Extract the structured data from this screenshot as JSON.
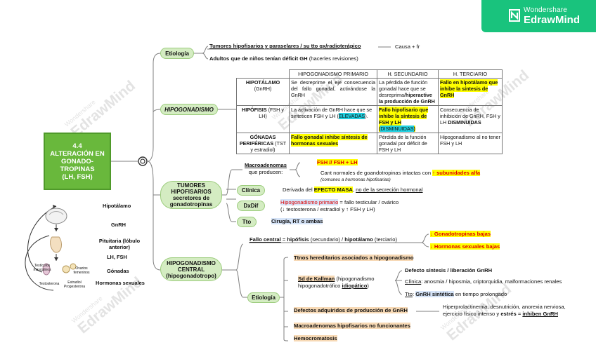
{
  "brand": {
    "line1": "Wondershare",
    "line2": "EdrawMind",
    "watermark": "EdrawMind",
    "watermark_small": "Wondershare",
    "color": "#19c37d"
  },
  "root": {
    "text": "4.4\nALTERACIÓN EN GONADO-TROPINAS\n(LH, FSH)"
  },
  "etiologia": {
    "label": "Etiología",
    "line1": "Tumores hipofisarios y paraselares / su tto qx/radioterápico",
    "line1_right": "Causa + fr",
    "line2_b": "Adultos que de niños tenían déficit GH",
    "line2_rest": " (hacerles revisiones)"
  },
  "hipogonadismo": {
    "label": "HIPOGONADISMO",
    "headers": [
      "HIPOGONADISMO PRIMARIO",
      "H. SECUNDARIO",
      "H. TERCIARIO"
    ],
    "rows": [
      {
        "h1": "HIPOTÁLAMO",
        "h2": "(GnRH)",
        "c1": "Se desreprime el eje consecuencia del fallo gonadal, activándose la GnRH",
        "c2a": "La pérdida de función gonadal hace que se desreprima/",
        "c2b": "hiperactive la producción de GnRH",
        "c3": "Fallo en hipotálamo que inhibe la síntesis de GnRH"
      },
      {
        "h1": "HIPÓFISIS",
        "h2": "(FSH y LH)",
        "c1a": "La activación de GnRH hace que se sinteticen FSH y LH (",
        "c1b": "ELEVADAS",
        "c1c": ").",
        "c2a": "Fallo hipofisario que inhibe la síntesis de FSH y LH (",
        "c2b": "DISMINUIDAS",
        "c2c": ")",
        "c3a": "Consecuencia de inhibición de GnRH, FSH y LH ",
        "c3b": "DISMINUIDAS"
      },
      {
        "h1": "GÓNADAS PERIFÉRICAS",
        "h2": "(TST y estradiol)",
        "c1": "Fallo gonadal inhibe síntesis de hormonas sexuales",
        "c2": "Pérdida de la función gonadal por déficit de FSH y LH",
        "c3": "Hipogonadismo al no tener FSH y LH"
      }
    ]
  },
  "tumores": {
    "label": "TUMORES HIPOFISARIOS secretores de gonadotropinas",
    "macro_t": "Macroadenomas",
    "macro_sub": "que producen:",
    "item1": "FSH // FSH + LH",
    "item2a": "Cant normales de goandotropinas intactas con ",
    "item2b": "↑ subunidades alfa",
    "item2c": "(comunes a hormonas hipofisarias)",
    "clinica_label": "Clínica",
    "clinica_a": "Derivada del ",
    "clinica_b": "EFECTO MASA",
    "clinica_c": ", ",
    "clinica_d": "no de la secreción hormonal",
    "dxdif_label": "DxDif",
    "dxdif_a": "Hipogonadismo primario",
    "dxdif_b": " = fallo testicular / ovárico",
    "dxdif_c": "(↓ testosterona / estradiol y ↑ FSH y LH)",
    "tto_label": "Tto",
    "tto_text": "Cirugía, RT o ambas"
  },
  "central": {
    "label": "HIPOGONADISMO CENTRAL (hipogonadotropo)",
    "fallo_a": "Fallo central",
    "fallo_b": " = ",
    "fallo_c": "hipófisis",
    "fallo_d": " (secundario) / ",
    "fallo_e": "hipotálamo",
    "fallo_f": " (terciario)",
    "right1": "↓ Gonadotropinas bajas",
    "right2": "↓ Hormonas sexuales bajas",
    "etiologia_label": "Etiología",
    "e1": "Ttnos hereditarios asociados a hipogonadismo",
    "kallman_a": "Sd de Kallman",
    "kallman_b": " (hipogonadismo",
    "kallman_c": "hipogonadotrófico ",
    "kallman_d": "idiopático",
    "kallman_e": ")",
    "k1": "Defecto síntesis / liberación GnRH",
    "k2a": "Clínica",
    "k2b": ": anosmia / hiposmia, criptorquidia, malformaciones renales",
    "k3a": "Tto",
    "k3b": ": ",
    "k3c": "GnRH sintética",
    "k3d": " en tiempo prolongado",
    "e3": "Defectos adquiridos de producción de GnRH",
    "e3r1": "Hiperprolactinemia, desnutrición, anorexia nerviosa,",
    "e3r2a": "ejercicio físico intenso y ",
    "e3r2b": "estrés",
    "e3r2c": " = ",
    "e3r2d": "inhiben GnRH",
    "e4": "Macroadenomas hipofisarios no funcionantes",
    "e5": "Hemocromatosis"
  },
  "anatomy": {
    "l1": "Hipotálamo",
    "l2": "GnRH",
    "l3": "Pituitaria (lóbulo anterior)",
    "l4": "LH, FSH",
    "l5": "Gónadas",
    "l6": "Hormonas sexuales",
    "t1": "Testículos masculinos",
    "t2": "Ovarios femeninos",
    "t3": "Testosterona",
    "t4": "Estradiol Progesterona"
  }
}
